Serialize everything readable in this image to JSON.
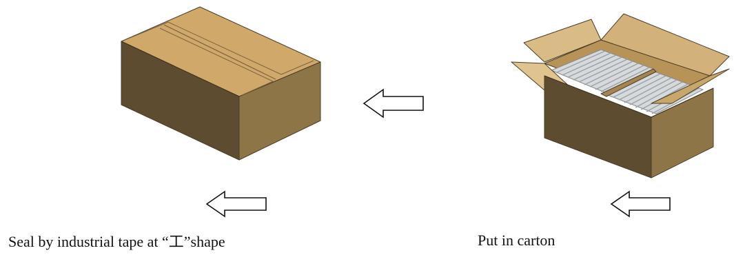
{
  "steps": [
    {
      "caption": "Seal by industrial tape at “工”shape",
      "illustration": "sealed-carton"
    },
    {
      "caption": "Put in carton",
      "illustration": "open-carton-with-rods"
    }
  ],
  "arrows": {
    "icon": "left-arrow-icon",
    "count": 3
  },
  "colors": {
    "carton_top": "#CFA86A",
    "carton_front": "#8E7548",
    "carton_side": "#5E4C30",
    "flap_light": "#D2B27A",
    "flap_inner": "#B89358",
    "rods": "#D7DADC",
    "outline": "#2b2b2b"
  }
}
